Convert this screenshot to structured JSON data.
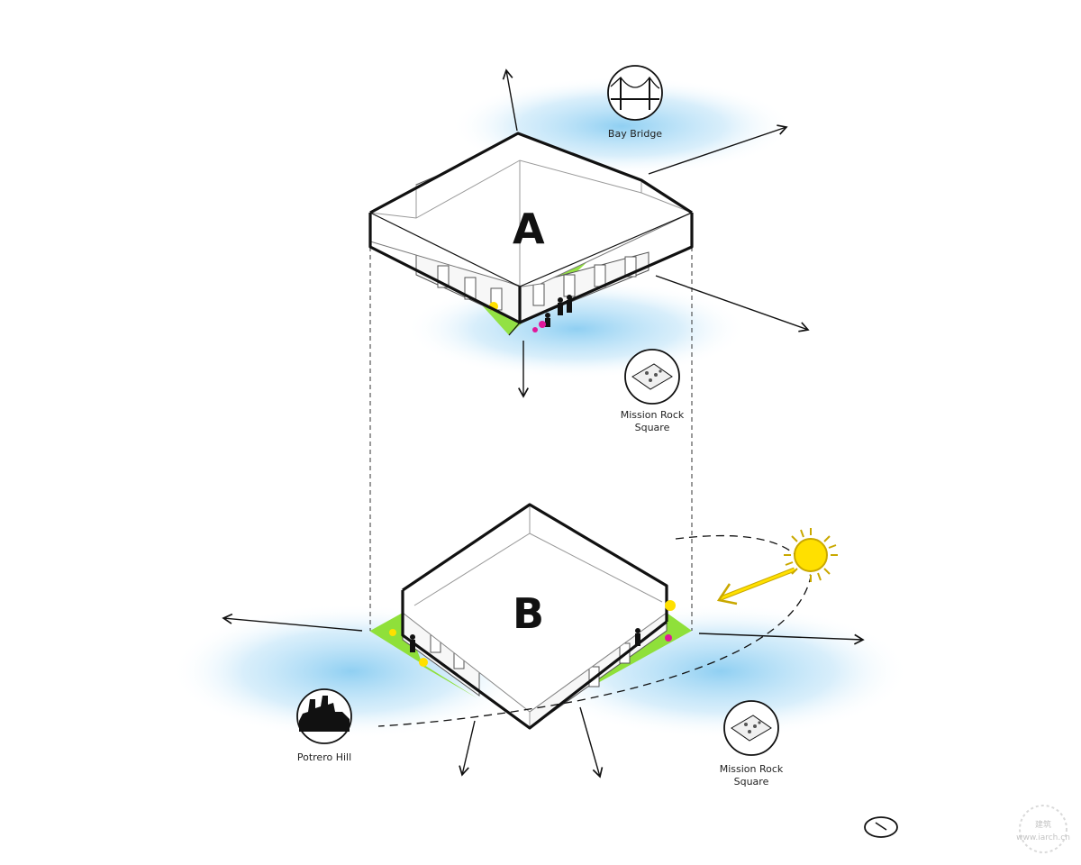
{
  "building_a": {
    "letter": "A"
  },
  "building_b": {
    "letter": "B"
  },
  "landmarks": {
    "bay_bridge": {
      "label": "Bay Bridge"
    },
    "mission_rock_top": {
      "label_line1": "Mission Rock",
      "label_line2": "Square"
    },
    "mission_rock_bottom": {
      "label_line1": "Mission Rock",
      "label_line2": "Square"
    },
    "potrero_hill": {
      "label": "Potrero Hill"
    }
  },
  "watermark": {
    "text_top": "建筑",
    "text_bottom": "www.iarch.cn"
  },
  "colors": {
    "line": "#111111",
    "grass": "#8fe03a",
    "sky_glow": "#7cc7f0",
    "sun": "#ffe000",
    "sun_outline": "#c9a800",
    "accent_magenta": "#e0179a",
    "accent_blue": "#2a8fd6"
  }
}
